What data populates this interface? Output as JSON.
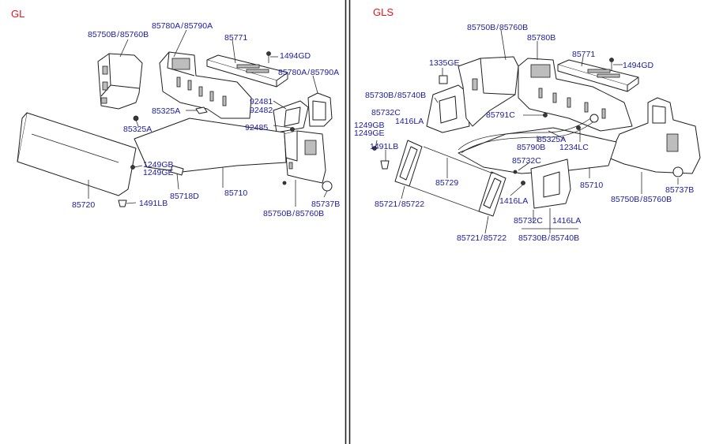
{
  "panels": {
    "left": {
      "variant": "GL",
      "labels": {
        "p85780a_85790a_top": "85780A / 85790A",
        "p85750b_85760b_top": "85750B / 85760B",
        "p85771": "85771",
        "p1494gd": "1494GD",
        "p85780a_85790a_right": "85780A / 85790A",
        "p85325a_upper": "85325A",
        "p92481": "92481",
        "p92482": "92482",
        "p92485": "92485",
        "p85325a_lower": "85325A",
        "p1249gb": "1249GB",
        "p1249ge": "1249GE",
        "p85718d": "85718D",
        "p85710": "85710",
        "p85720": "85720",
        "p1491lb": "1491LB",
        "p85737b": "85737B",
        "p85750b_85760b_bottom": "85750B / 85760B"
      }
    },
    "right": {
      "variant": "GLS",
      "labels": {
        "p85750b_85760b_top": "85750B / 85760B",
        "p85780b": "85780B",
        "p85771": "85771",
        "p1494gd": "1494GD",
        "p1335ge": "1335GE",
        "p85730b_85740b_top": "85730B / 85740B",
        "p85732c_left": "85732C",
        "p1416la_left": "1416LA",
        "p85791c": "85791C",
        "p85325a": "85325A",
        "p1234lc": "1234LC",
        "p85790b": "85790B",
        "p1249gb": "1249GB",
        "p1249ge": "1249GE",
        "p1491lb": "1491LB",
        "p85732c_mid": "85732C",
        "p85729": "85729",
        "p85710": "85710",
        "p85737b": "85737B",
        "p85721_85722_left": "85721 / 85722",
        "p1416la_mid": "1416LA",
        "p85750b_85760b_bottom": "85750B / 85760B",
        "p85732c_bottom": "85732C",
        "p1416la_bottom": "1416LA",
        "p85721_85722_bottom": "85721 / 85722",
        "p85730b_85740b_bottom": "85730B / 85740B"
      }
    }
  }
}
